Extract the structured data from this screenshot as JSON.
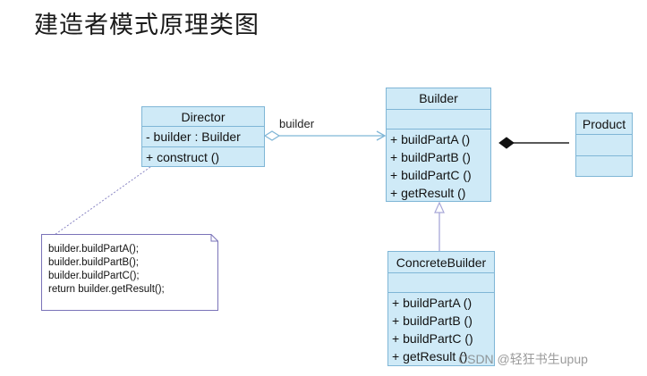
{
  "title": "建造者模式原理类图",
  "director": {
    "name": "Director",
    "attributes": [
      "- builder : Builder"
    ],
    "operations": [
      "+ construct ()"
    ]
  },
  "builder": {
    "name": "Builder",
    "operations": [
      "+ buildPartA ()",
      "+ buildPartB ()",
      "+ buildPartC ()",
      "+ getResult ()"
    ]
  },
  "product": {
    "name": "Product"
  },
  "concrete_builder": {
    "name": "ConcreteBuilder",
    "operations": [
      "+ buildPartA ()",
      "+ buildPartB ()",
      "+ buildPartC ()",
      "+ getResult ()"
    ]
  },
  "note": {
    "lines": [
      "builder.buildPartA();",
      "builder.buildPartB();",
      "builder.buildPartC();",
      "return builder.getResult();"
    ]
  },
  "association_label": "builder",
  "watermark": "CSDN @轻狂书生upup",
  "colors": {
    "class_fill": "#cfeaf7",
    "class_border": "#7fb6d6",
    "connector": "#7fb6d6",
    "note_border": "#7a73b8"
  }
}
